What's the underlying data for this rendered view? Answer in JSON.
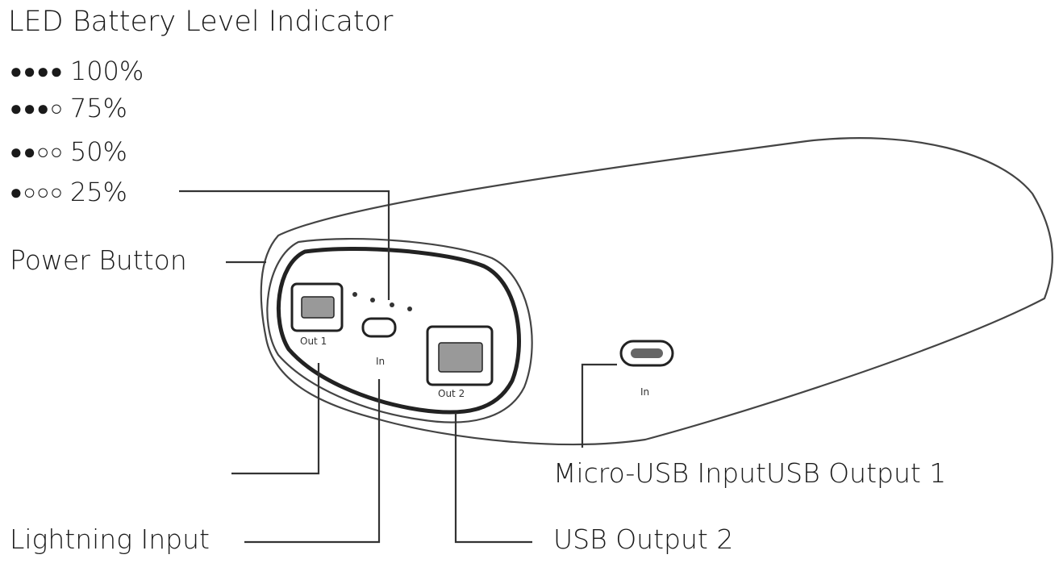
{
  "title": "LED Battery Level Indicator",
  "levels": [
    {
      "dots": "●●●●",
      "percent": "100%"
    },
    {
      "dots": "●●●○",
      "percent": "75%"
    },
    {
      "dots": "●●○○",
      "percent": "50%"
    },
    {
      "dots": "●○○○",
      "percent": "25%"
    }
  ],
  "callouts": {
    "power_button": "Power Button",
    "lightning_input": "Lightning Input",
    "micro_usb_usb_out1": "Micro-USB InputUSB Output 1",
    "usb_output_2": "USB Output 2"
  },
  "port_labels": {
    "out1": "Out 1",
    "in_front": "In",
    "out2": "Out 2",
    "in_side": "In"
  }
}
